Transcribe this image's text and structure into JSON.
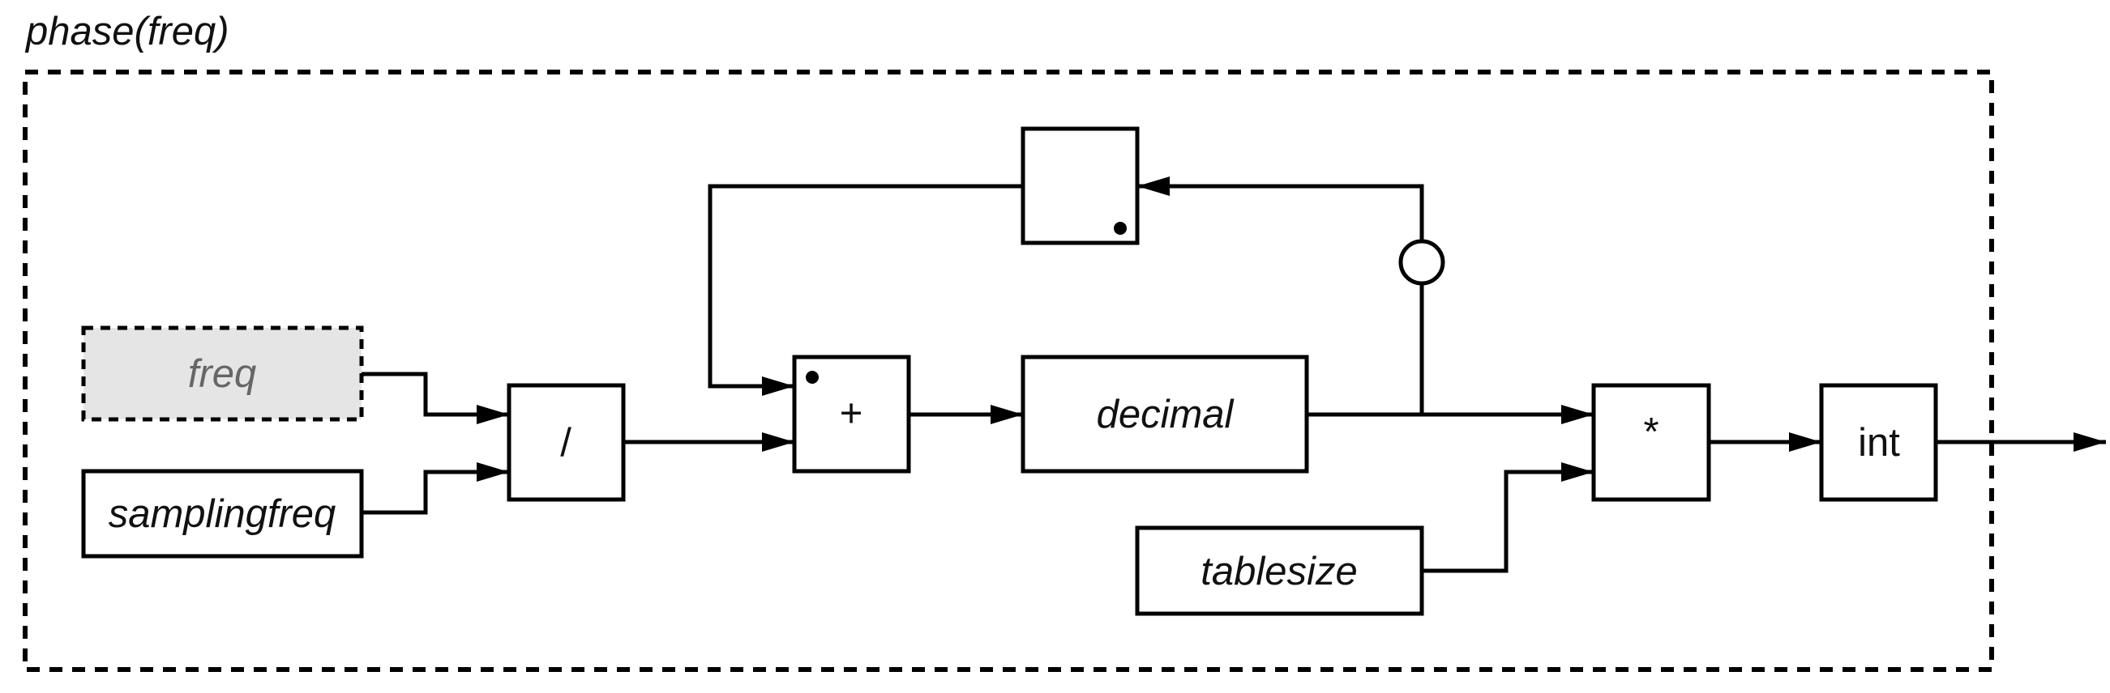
{
  "title": "phase(freq)",
  "blocks": {
    "freq": "freq",
    "samplingfreq": "samplingfreq",
    "divide": "/",
    "add": "+",
    "decimal": "decimal",
    "tablesize": "tablesize",
    "multiply": "*",
    "int": "int"
  },
  "colors": {
    "stroke": "#000000",
    "input_fill": "#e5e5e5",
    "input_text": "#666666",
    "text": "#111111"
  }
}
